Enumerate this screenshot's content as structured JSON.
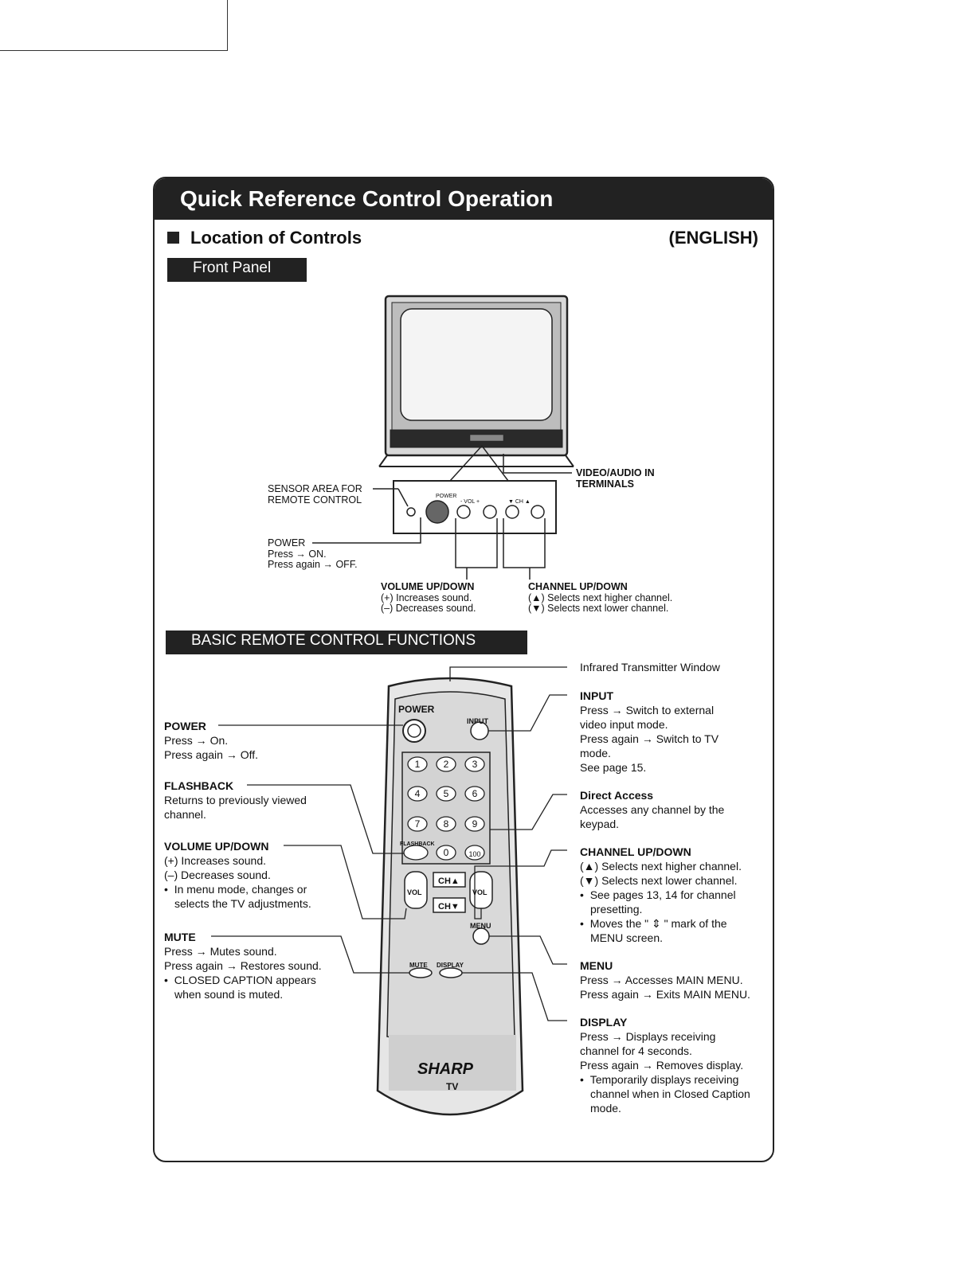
{
  "title": "Quick Reference Control Operation",
  "section": "Location of Controls",
  "language": "(ENGLISH)",
  "front_panel": {
    "tab": "Front Panel",
    "sensor": [
      "SENSOR AREA FOR",
      "REMOTE CONTROL"
    ],
    "video_audio": [
      "VIDEO/AUDIO IN",
      "TERMINALS"
    ],
    "panel_labels": {
      "power": "POWER",
      "vol": "-  VOL  +",
      "ch": "▼  CH  ▲"
    },
    "power": {
      "heading": "POWER",
      "lines": [
        "Press → ON.",
        "Press again → OFF."
      ]
    },
    "volume": {
      "heading": "VOLUME UP/DOWN",
      "lines": [
        "(+) Increases sound.",
        "(–) Decreases sound."
      ]
    },
    "channel": {
      "heading": "CHANNEL UP/DOWN",
      "lines": [
        "(▲) Selects next higher channel.",
        "(▼) Selects next lower channel."
      ]
    }
  },
  "remote": {
    "tab": "BASIC REMOTE CONTROL FUNCTIONS",
    "infrared": "Infrared Transmitter Window",
    "left": {
      "power": {
        "heading": "POWER",
        "lines": [
          "Press → On.",
          "Press again → Off."
        ]
      },
      "flashback": {
        "heading": "FLASHBACK",
        "lines": [
          "Returns to previously viewed",
          "channel."
        ]
      },
      "volume": {
        "heading": "VOLUME UP/DOWN",
        "lines": [
          "(+) Increases sound.",
          "(–) Decreases sound."
        ],
        "bullets": [
          "In menu mode, changes or selects the TV adjustments."
        ]
      },
      "mute": {
        "heading": "MUTE",
        "lines": [
          "Press → Mutes sound.",
          "Press again → Restores sound."
        ],
        "bullets": [
          "CLOSED CAPTION appears when sound is muted."
        ]
      }
    },
    "right": {
      "input": {
        "heading": "INPUT",
        "lines": [
          "Press → Switch to external",
          "video input mode.",
          "Press again → Switch to TV",
          "mode.",
          "See page 15."
        ]
      },
      "direct": {
        "heading": "Direct Access",
        "lines": [
          "Accesses any channel by the",
          "keypad."
        ]
      },
      "channel": {
        "heading": "CHANNEL UP/DOWN",
        "lines": [
          "(▲) Selects next higher channel.",
          "(▼) Selects next lower channel."
        ],
        "bullets": [
          "See pages 13, 14 for channel presetting.",
          "Moves the \" ⇕ \" mark of the MENU screen."
        ]
      },
      "menu": {
        "heading": "MENU",
        "lines": [
          "Press → Accesses MAIN MENU.",
          "Press again → Exits MAIN MENU."
        ]
      },
      "display": {
        "heading": "DISPLAY",
        "lines": [
          "Press → Displays receiving",
          "channel for 4 seconds.",
          "Press again → Removes display."
        ],
        "bullets": [
          "Temporarily displays receiving channel when in Closed Caption mode."
        ]
      }
    },
    "buttons": {
      "power": "POWER",
      "input": "INPUT",
      "flashback": "FLASHBACK",
      "keys": [
        "1",
        "2",
        "3",
        "4",
        "5",
        "6",
        "7",
        "8",
        "9",
        "0",
        "100"
      ],
      "ch_up": "CH▲",
      "ch_down": "CH▼",
      "vol": "VOL",
      "menu": "MENU",
      "mute": "MUTE",
      "display": "DISPLAY",
      "brand": "SHARP",
      "brand_sub": "TV"
    }
  }
}
